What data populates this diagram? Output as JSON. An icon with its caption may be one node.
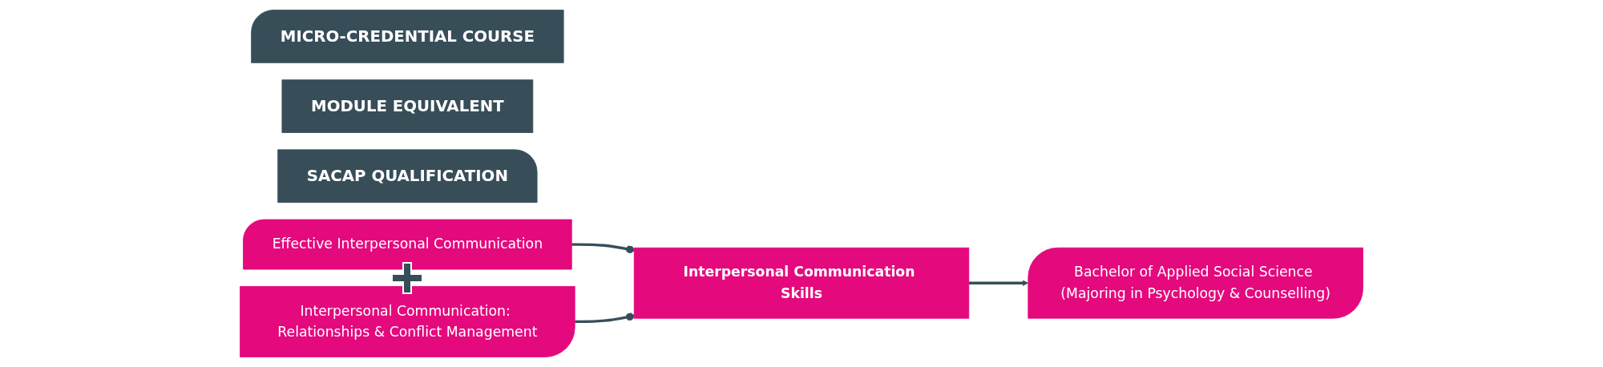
{
  "diagram": {
    "nodes": [
      {
        "text": [
          "MICRO-CREDENTIAL COURSE"
        ]
      },
      {
        "text": [
          "MODULE EQUIVALENT"
        ]
      },
      {
        "text": [
          "SACAP QUALIFICATION"
        ]
      },
      {
        "text": [
          "Effective Interpersonal Communication"
        ]
      },
      {
        "text": [
          "Interpersonal Communication: Relationships & Conflict Management"
        ]
      },
      {
        "text": [
          "Interpersonal Communication Skills"
        ]
      },
      {
        "text": [
          "Bachelor of Applied Social Science (Majoring in Psychology & Counselling)"
        ]
      }
    ],
    "edges": [
      {
        "from": 3,
        "to": 5,
        "arrow": "other"
      },
      {
        "from": 4,
        "to": 5,
        "arrow": "other"
      },
      {
        "from": 5,
        "to": 6,
        "arrow": "to"
      }
    ]
  }
}
